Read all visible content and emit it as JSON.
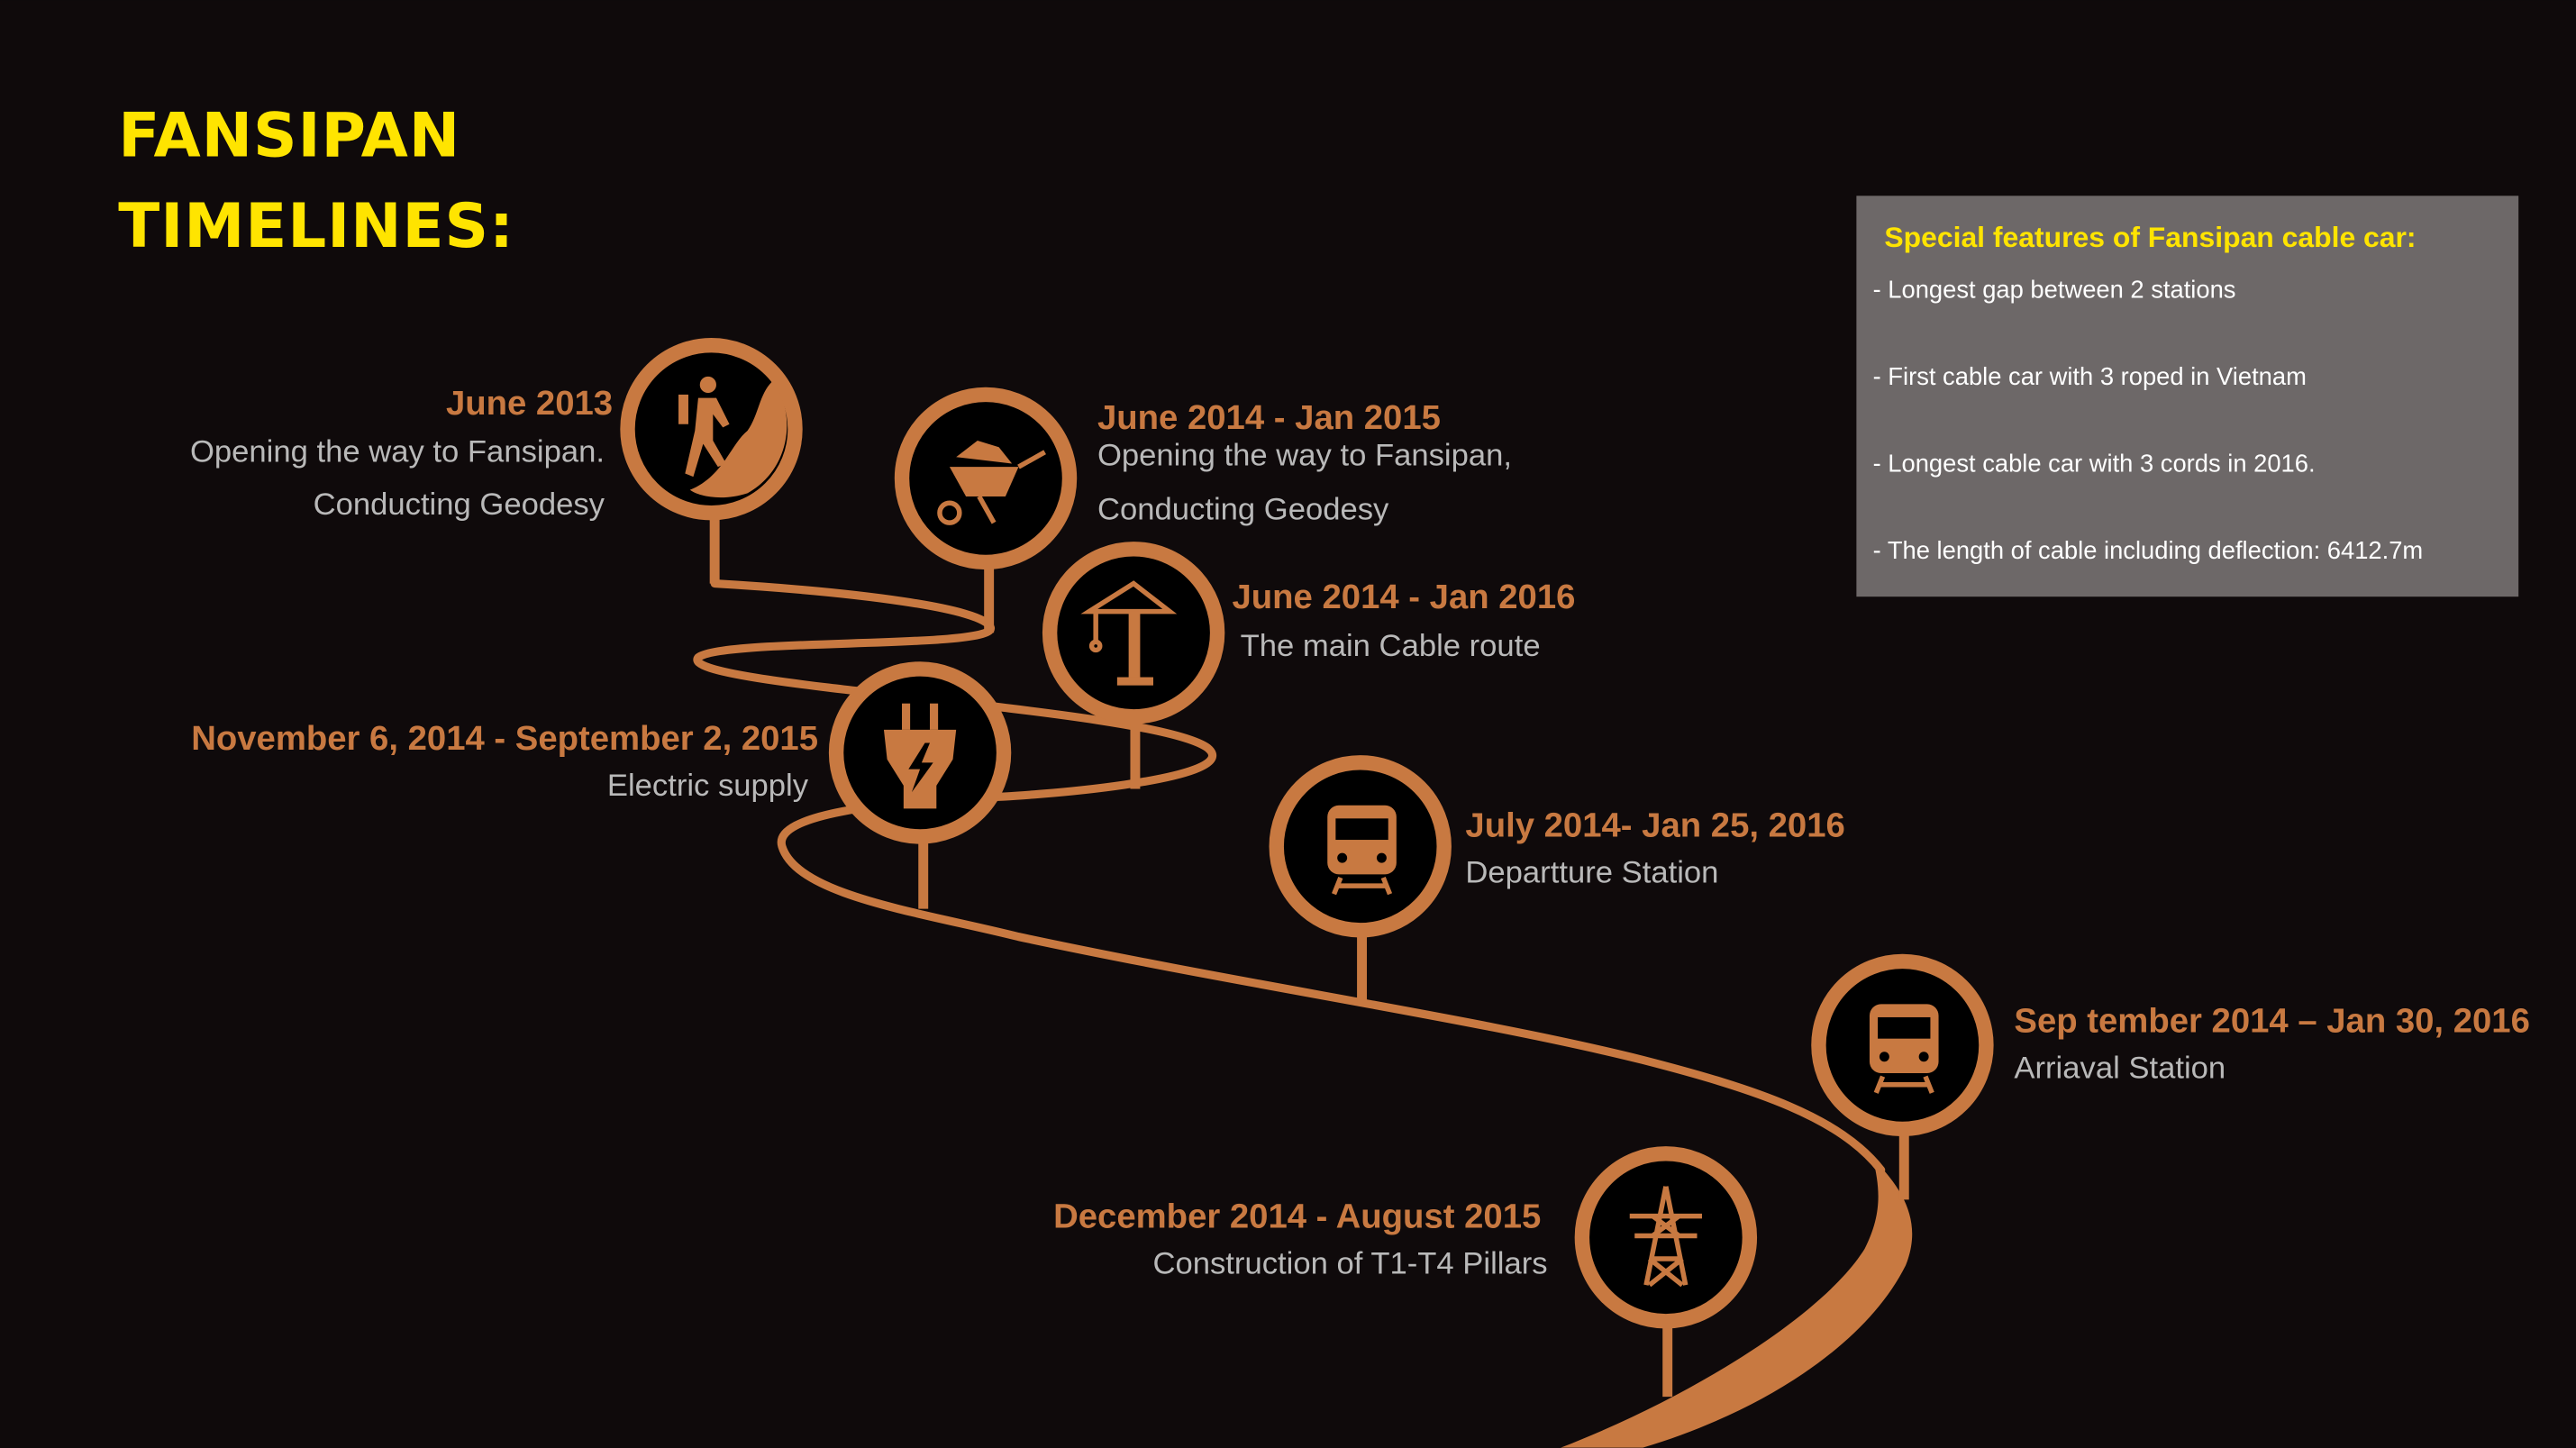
{
  "title": {
    "line1": "FANSIPAN",
    "line2": "TIMELINES:"
  },
  "colors": {
    "background": "#0f0a0b",
    "accent": "#c87941",
    "title": "#ffe400",
    "text": "#b9b9b9",
    "panel": "#6d6868"
  },
  "features": {
    "title": "Special features of Fansipan cable car:",
    "items": [
      "- Longest gap between 2 stations",
      "- First cable car with 3 roped in Vietnam",
      "- Longest cable car with 3 cords in 2016.",
      "- The length of cable including deflection: 6412.7m"
    ]
  },
  "milestones": [
    {
      "icon": "hiker-icon",
      "date": "June 2013",
      "lines": [
        "Opening the way to Fansipan.",
        "Conducting  Geodesy"
      ]
    },
    {
      "icon": "wheelbarrow-icon",
      "date": "June 2014 - Jan 2015",
      "lines": [
        "Opening the way to Fansipan,",
        "Conducting Geodesy"
      ]
    },
    {
      "icon": "crane-icon",
      "date": "June 2014 - Jan 2016",
      "lines": [
        "The main Cable route"
      ]
    },
    {
      "icon": "plug-icon",
      "date": "November 6, 2014 - September 2, 2015",
      "lines": [
        "Electric supply"
      ]
    },
    {
      "icon": "train-icon",
      "date": "July 2014-  Jan 25, 2016",
      "lines": [
        "Departture Station"
      ]
    },
    {
      "icon": "train-icon",
      "date": "Sep tember 2014 – Jan 30, 2016",
      "lines": [
        "Arriaval Station"
      ]
    },
    {
      "icon": "pylon-icon",
      "date": "December 2014 -  August 2015",
      "lines": [
        "Construction  of T1-T4 Pillars"
      ]
    }
  ]
}
